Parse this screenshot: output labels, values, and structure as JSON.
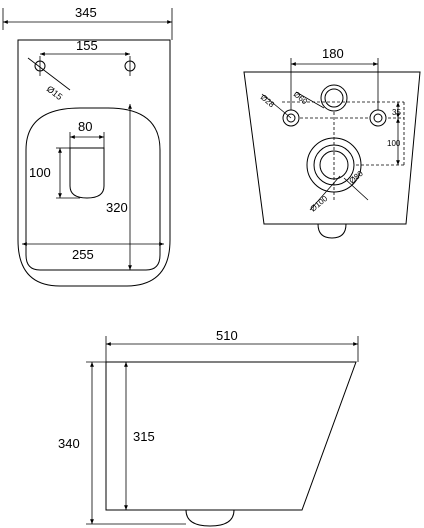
{
  "top_view": {
    "overall_width": "345",
    "hole_spacing": "155",
    "hole_diameter": "Ø15",
    "inner_width": "80",
    "inner_height": "100",
    "bowl_depth": "320",
    "bowl_width": "255"
  },
  "rear_view": {
    "bolt_spacing": "180",
    "bolt_diameter": "Ø28",
    "inlet_diameter": "Ø60",
    "offset_vertical": "35",
    "outlet_height": "100",
    "outlet_inner": "Ø80",
    "outlet_outer": "Ø100"
  },
  "side_view": {
    "length": "510",
    "height_total": "340",
    "height_body": "315"
  }
}
